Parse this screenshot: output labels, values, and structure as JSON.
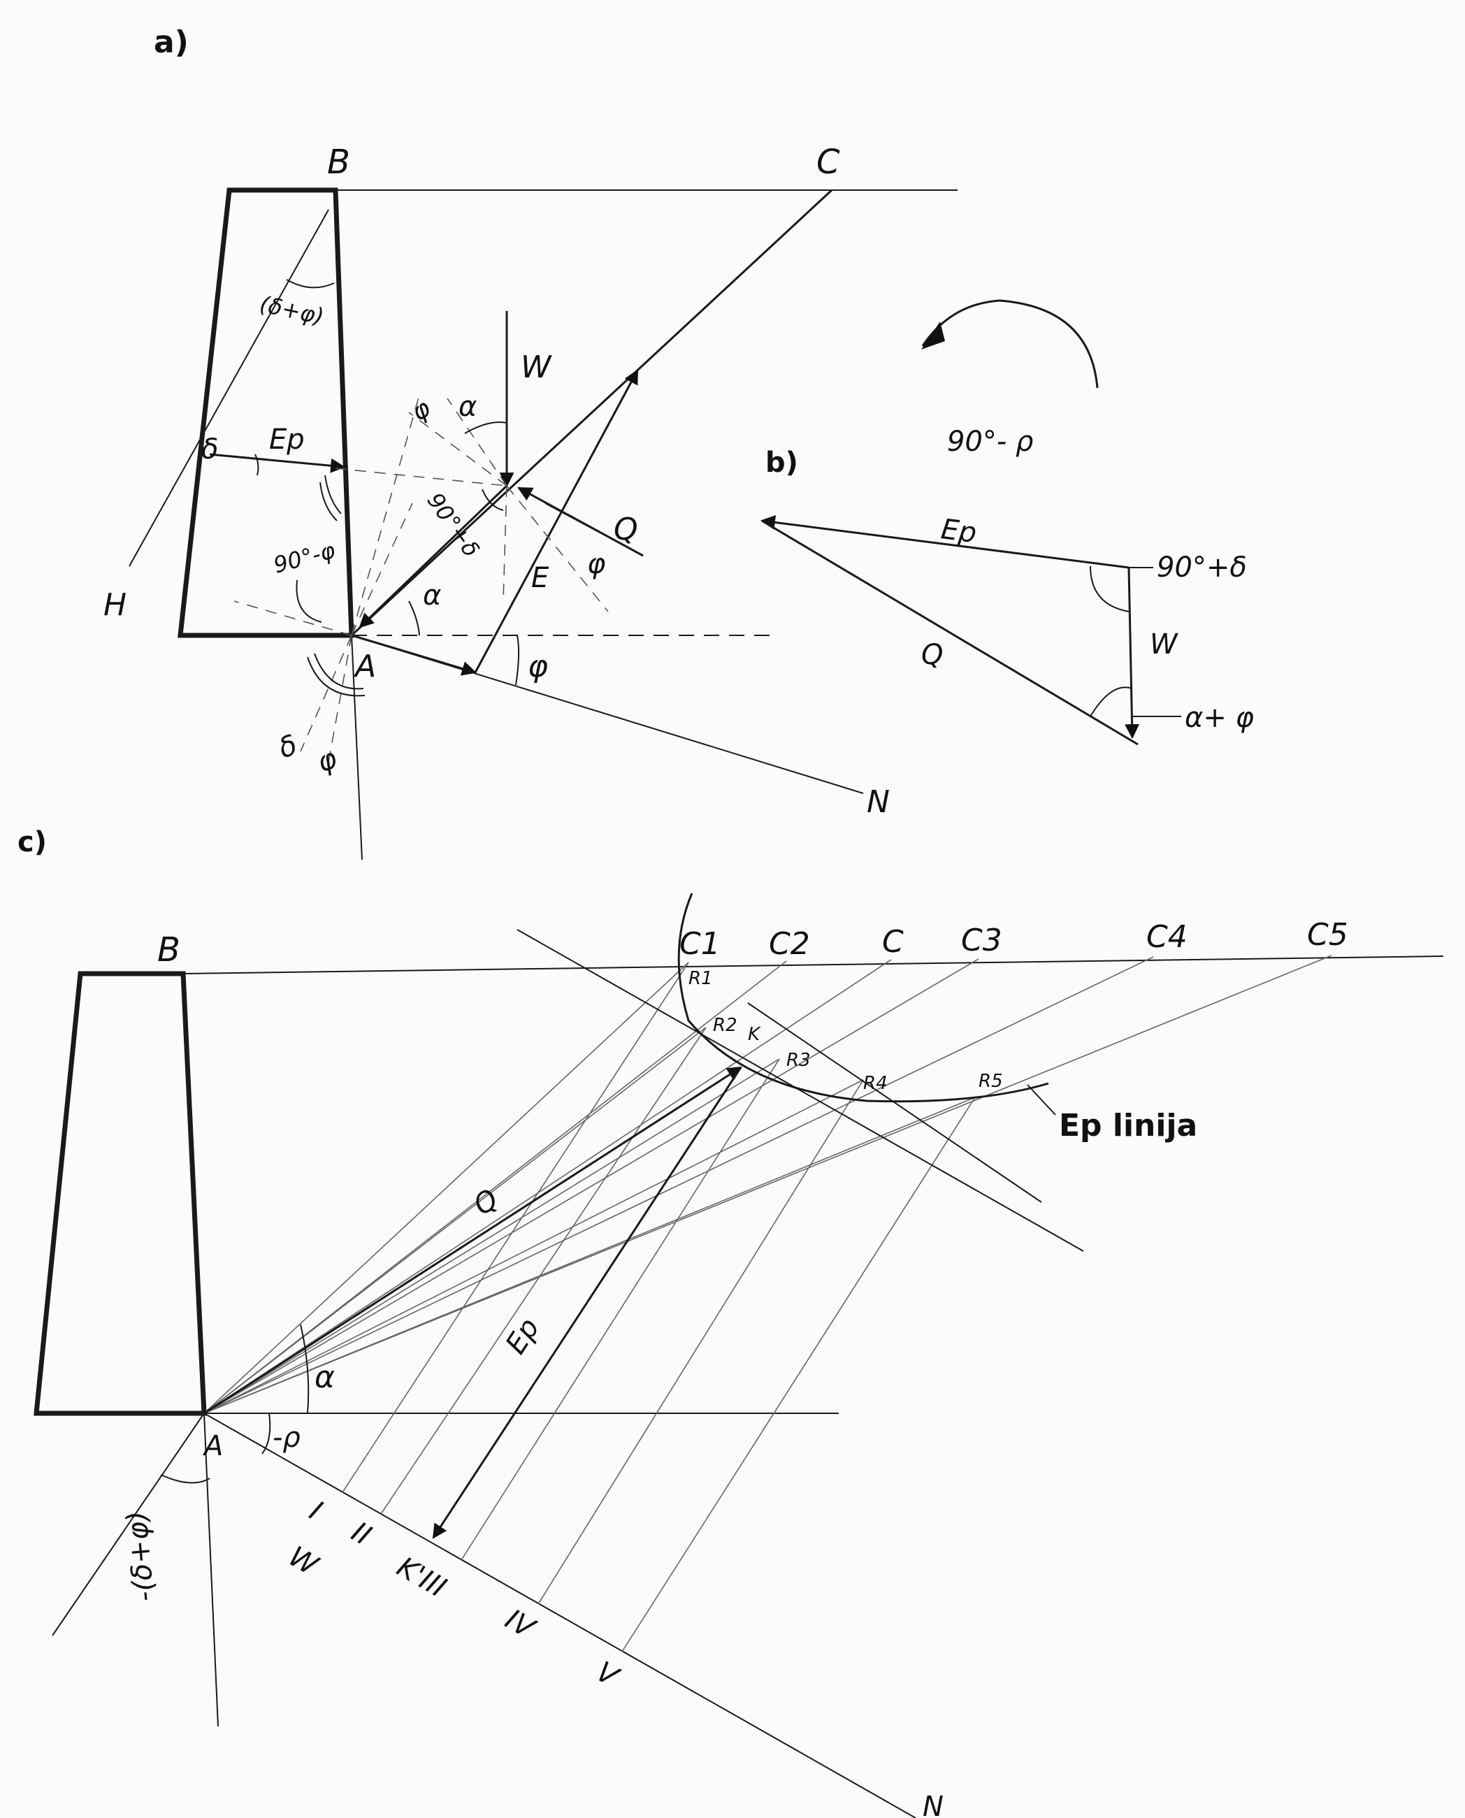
{
  "panels": {
    "a": "a)",
    "b": "b)",
    "c": "c)"
  },
  "panel_a": {
    "B": "B",
    "C": "C",
    "A": "A",
    "H": "H",
    "N": "N",
    "W": "W",
    "Q": "Q",
    "Ep": "Ep",
    "E": "E",
    "delta": "δ",
    "delta_phi": "(δ+φ)",
    "ninety_minus_phi": "90°-φ",
    "ninety_plus_delta": "90°+δ",
    "alpha_top": "α",
    "alpha_bottom": "α",
    "phi_top": "φ",
    "phi_Q": "φ",
    "phi_bottom": "φ",
    "phi_below_A": "φ",
    "delta_below_A": "δ"
  },
  "panel_b": {
    "ninety_minus_rho": "90°- ρ",
    "Ep": "Ep",
    "ninety_plus_delta": "90°+δ",
    "W": "W",
    "Q": "Q",
    "alpha_plus_phi": "α+ φ"
  },
  "panel_c": {
    "B": "B",
    "C1": "C1",
    "C2": "C2",
    "C": "C",
    "C3": "C3",
    "C4": "C4",
    "C5": "C5",
    "R1": "R1",
    "R2": "R2",
    "K": "K",
    "R3": "R3",
    "R4": "R4",
    "R5": "R5",
    "ep_line": "Ep linija",
    "Q": "Q",
    "Ep": "Ep",
    "alpha": "α",
    "minus_rho": "-ρ",
    "A": "A",
    "minus_delta_phi": "-(δ+φ)",
    "roman_I": "I",
    "roman_II": "II",
    "K_III": "K'III",
    "roman_IV": "IV",
    "roman_V": "V",
    "W": "W",
    "N": "N"
  }
}
